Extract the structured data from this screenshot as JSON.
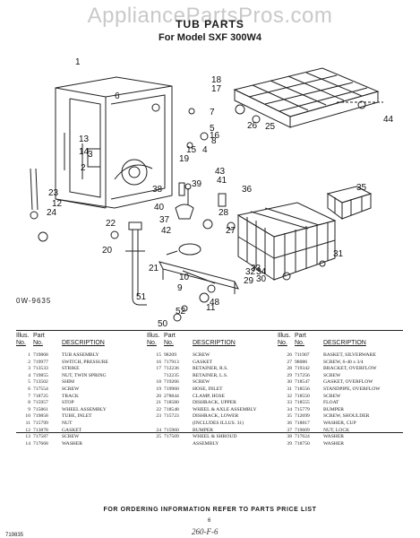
{
  "watermark": "AppliancePartsPros.com",
  "title": "TUB PARTS",
  "model": "For Model SXF 300W4",
  "figure_code": "0W-9635",
  "callouts": [
    "1",
    "2",
    "3",
    "4",
    "5",
    "6",
    "7",
    "8",
    "9",
    "10",
    "11",
    "12",
    "13",
    "14",
    "15",
    "16",
    "17",
    "18",
    "19",
    "20",
    "21",
    "22",
    "23",
    "24",
    "25",
    "26",
    "27",
    "28",
    "29",
    "30",
    "31",
    "32",
    "33",
    "34",
    "35",
    "36",
    "37",
    "38",
    "39",
    "40",
    "41",
    "42",
    "43",
    "44",
    "48",
    "50",
    "51",
    "52"
  ],
  "columns": [
    {
      "header": {
        "illus": "Illus.",
        "part": "Part",
        "no1": "No.",
        "no2": "No.",
        "desc": "DESCRIPTION"
      },
      "rows": [
        {
          "illus": "1",
          "part": "719868",
          "desc": "TUB ASSEMBLY"
        },
        {
          "illus": "2",
          "part": "719977",
          "desc": "SWITCH, PRESSURE"
        },
        {
          "illus": "3",
          "part": "713533",
          "desc": "STRIKE"
        },
        {
          "illus": "4",
          "part": "719855",
          "desc": "NUT, TWIN SPRING"
        },
        {
          "illus": "5",
          "part": "713502",
          "desc": "SHIM"
        },
        {
          "illus": "6",
          "part": "717554",
          "desc": "SCREW"
        },
        {
          "illus": "7",
          "part": "718725",
          "desc": "TRACK"
        },
        {
          "illus": "8",
          "part": "715957",
          "desc": "STOP"
        },
        {
          "illus": "9",
          "part": "715861",
          "desc": "WHEEL ASSEMBLY"
        },
        {
          "illus": "10",
          "part": "719858",
          "desc": "TUBE, INLET"
        },
        {
          "illus": "11",
          "part": "715799",
          "desc": "NUT"
        },
        {
          "illus": "12",
          "part": "713878",
          "desc": "GASKET"
        },
        {
          "illus": "13",
          "part": "717587",
          "desc": "SCREW"
        },
        {
          "illus": "14",
          "part": "717668",
          "desc": "WASHER"
        }
      ]
    },
    {
      "header": {
        "illus": "Illus.",
        "part": "Part",
        "no1": "No.",
        "no2": "No.",
        "desc": "DESCRIPTION"
      },
      "rows": [
        {
          "illus": "15",
          "part": "98209",
          "desc": "SCREW"
        },
        {
          "illus": "16",
          "part": "717913",
          "desc": "GASKET"
        },
        {
          "illus": "17",
          "part": "712236",
          "desc": "RETAINER, R.S."
        },
        {
          "illus": "",
          "part": "712235",
          "desc": "RETAINER, L.S."
        },
        {
          "illus": "18",
          "part": "719266",
          "desc": "SCREW"
        },
        {
          "illus": "19",
          "part": "719960",
          "desc": "HOSE, INLET"
        },
        {
          "illus": "20",
          "part": "278844",
          "desc": "CLAMP, HOSE"
        },
        {
          "illus": "21",
          "part": "718580",
          "desc": "DISHRACK, UPPER"
        },
        {
          "illus": "22",
          "part": "718548",
          "desc": "WHEEL & AXLE ASSEMBLY"
        },
        {
          "illus": "23",
          "part": "715723",
          "desc": "DISHRACK, LOWER"
        },
        {
          "illus": "",
          "part": "",
          "desc": "(INCLUDES ILLUS. 31)"
        },
        {
          "illus": "24",
          "part": "715960",
          "desc": "BUMPER"
        },
        {
          "illus": "25",
          "part": "717509",
          "desc": "WHEEL & SHROUD"
        },
        {
          "illus": "",
          "part": "",
          "desc": "ASSEMBLY"
        }
      ]
    },
    {
      "header": {
        "illus": "Illus.",
        "part": "Part",
        "no1": "No.",
        "no2": "No.",
        "desc": "DESCRIPTION"
      },
      "rows": [
        {
          "illus": "26",
          "part": "711907",
          "desc": "BASKET, SILVERWARE"
        },
        {
          "illus": "27",
          "part": "98086",
          "desc": "SCREW, 6-40 x 3/4"
        },
        {
          "illus": "28",
          "part": "719342",
          "desc": "BRACKET, OVERFLOW"
        },
        {
          "illus": "29",
          "part": "717256",
          "desc": "SCREW"
        },
        {
          "illus": "30",
          "part": "718547",
          "desc": "GASKET, OVERFLOW"
        },
        {
          "illus": "31",
          "part": "718556",
          "desc": "STANDPIPE, OVERFLOW"
        },
        {
          "illus": "32",
          "part": "718550",
          "desc": "SCREW"
        },
        {
          "illus": "33",
          "part": "718555",
          "desc": "FLOAT"
        },
        {
          "illus": "34",
          "part": "715779",
          "desc": "BUMPER"
        },
        {
          "illus": "35",
          "part": "712699",
          "desc": "SCREW, SHOULDER"
        },
        {
          "illus": "36",
          "part": "718817",
          "desc": "WASHER, CUP"
        },
        {
          "illus": "37",
          "part": "719609",
          "desc": "NUT, LOCK"
        },
        {
          "illus": "38",
          "part": "717624",
          "desc": "WASHER"
        },
        {
          "illus": "39",
          "part": "718750",
          "desc": "WASHER"
        }
      ]
    }
  ],
  "order_note": "FOR ORDERING INFORMATION REFER TO PARTS PRICE LIST",
  "doc_number": "719835",
  "page_number": "6",
  "handwritten_note": "260-F-6"
}
